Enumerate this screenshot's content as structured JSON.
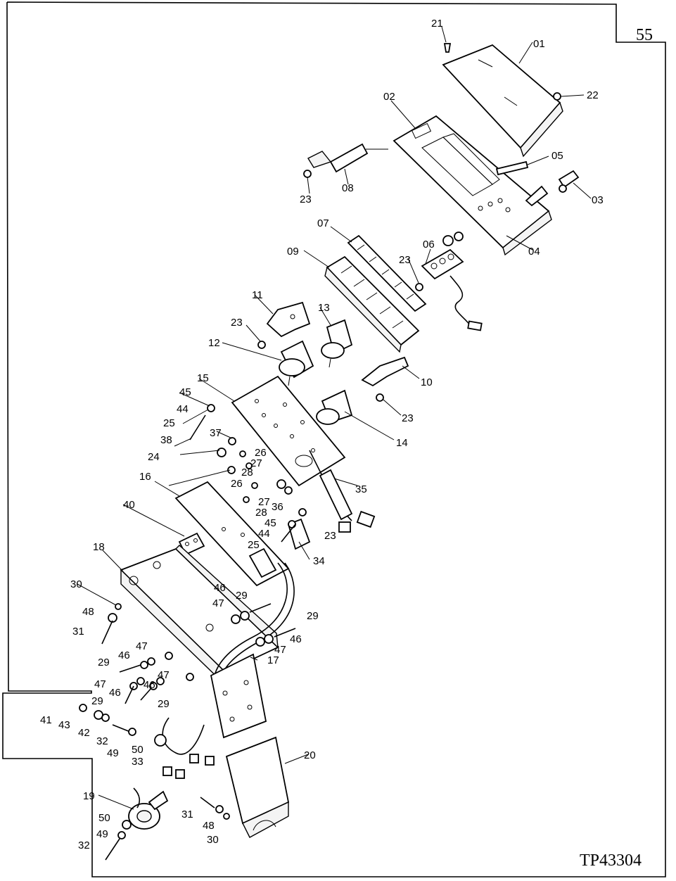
{
  "page_number": "55",
  "figure_code": "TP43304",
  "callouts": {
    "c01": "01",
    "c02": "02",
    "c03": "03",
    "c04": "04",
    "c05": "05",
    "c06": "06",
    "c07": "07",
    "c08": "08",
    "c09": "09",
    "c10": "10",
    "c11": "11",
    "c12": "12",
    "c13": "13",
    "c14": "14",
    "c15": "15",
    "c16": "16",
    "c17": "17",
    "c18": "18",
    "c19": "19",
    "c20": "20",
    "c21": "21",
    "c22": "22",
    "c23a": "23",
    "c23b": "23",
    "c23c": "23",
    "c23d": "23",
    "c23e": "23",
    "c24": "24",
    "c25a": "25",
    "c25b": "25",
    "c26a": "26",
    "c26b": "26",
    "c27a": "27",
    "c27b": "27",
    "c28a": "28",
    "c28b": "28",
    "c29a": "29",
    "c29b": "29",
    "c29c": "29",
    "c29d": "29",
    "c29e": "29",
    "c30a": "30",
    "c30b": "30",
    "c31a": "31",
    "c31b": "31",
    "c32a": "32",
    "c32b": "32",
    "c33": "33",
    "c34": "34",
    "c35": "35",
    "c36": "36",
    "c37": "37",
    "c38": "38",
    "c40": "40",
    "c41": "41",
    "c42": "42",
    "c43": "43",
    "c44a": "44",
    "c44b": "44",
    "c45a": "45",
    "c45b": "45",
    "c46a": "46",
    "c46b": "46",
    "c46c": "46",
    "c46d": "46",
    "c46e": "46",
    "c47a": "47",
    "c47b": "47",
    "c47c": "47",
    "c47d": "47",
    "c47e": "47",
    "c48a": "48",
    "c48b": "48",
    "c49a": "49",
    "c49b": "49",
    "c50a": "50",
    "c50b": "50"
  }
}
